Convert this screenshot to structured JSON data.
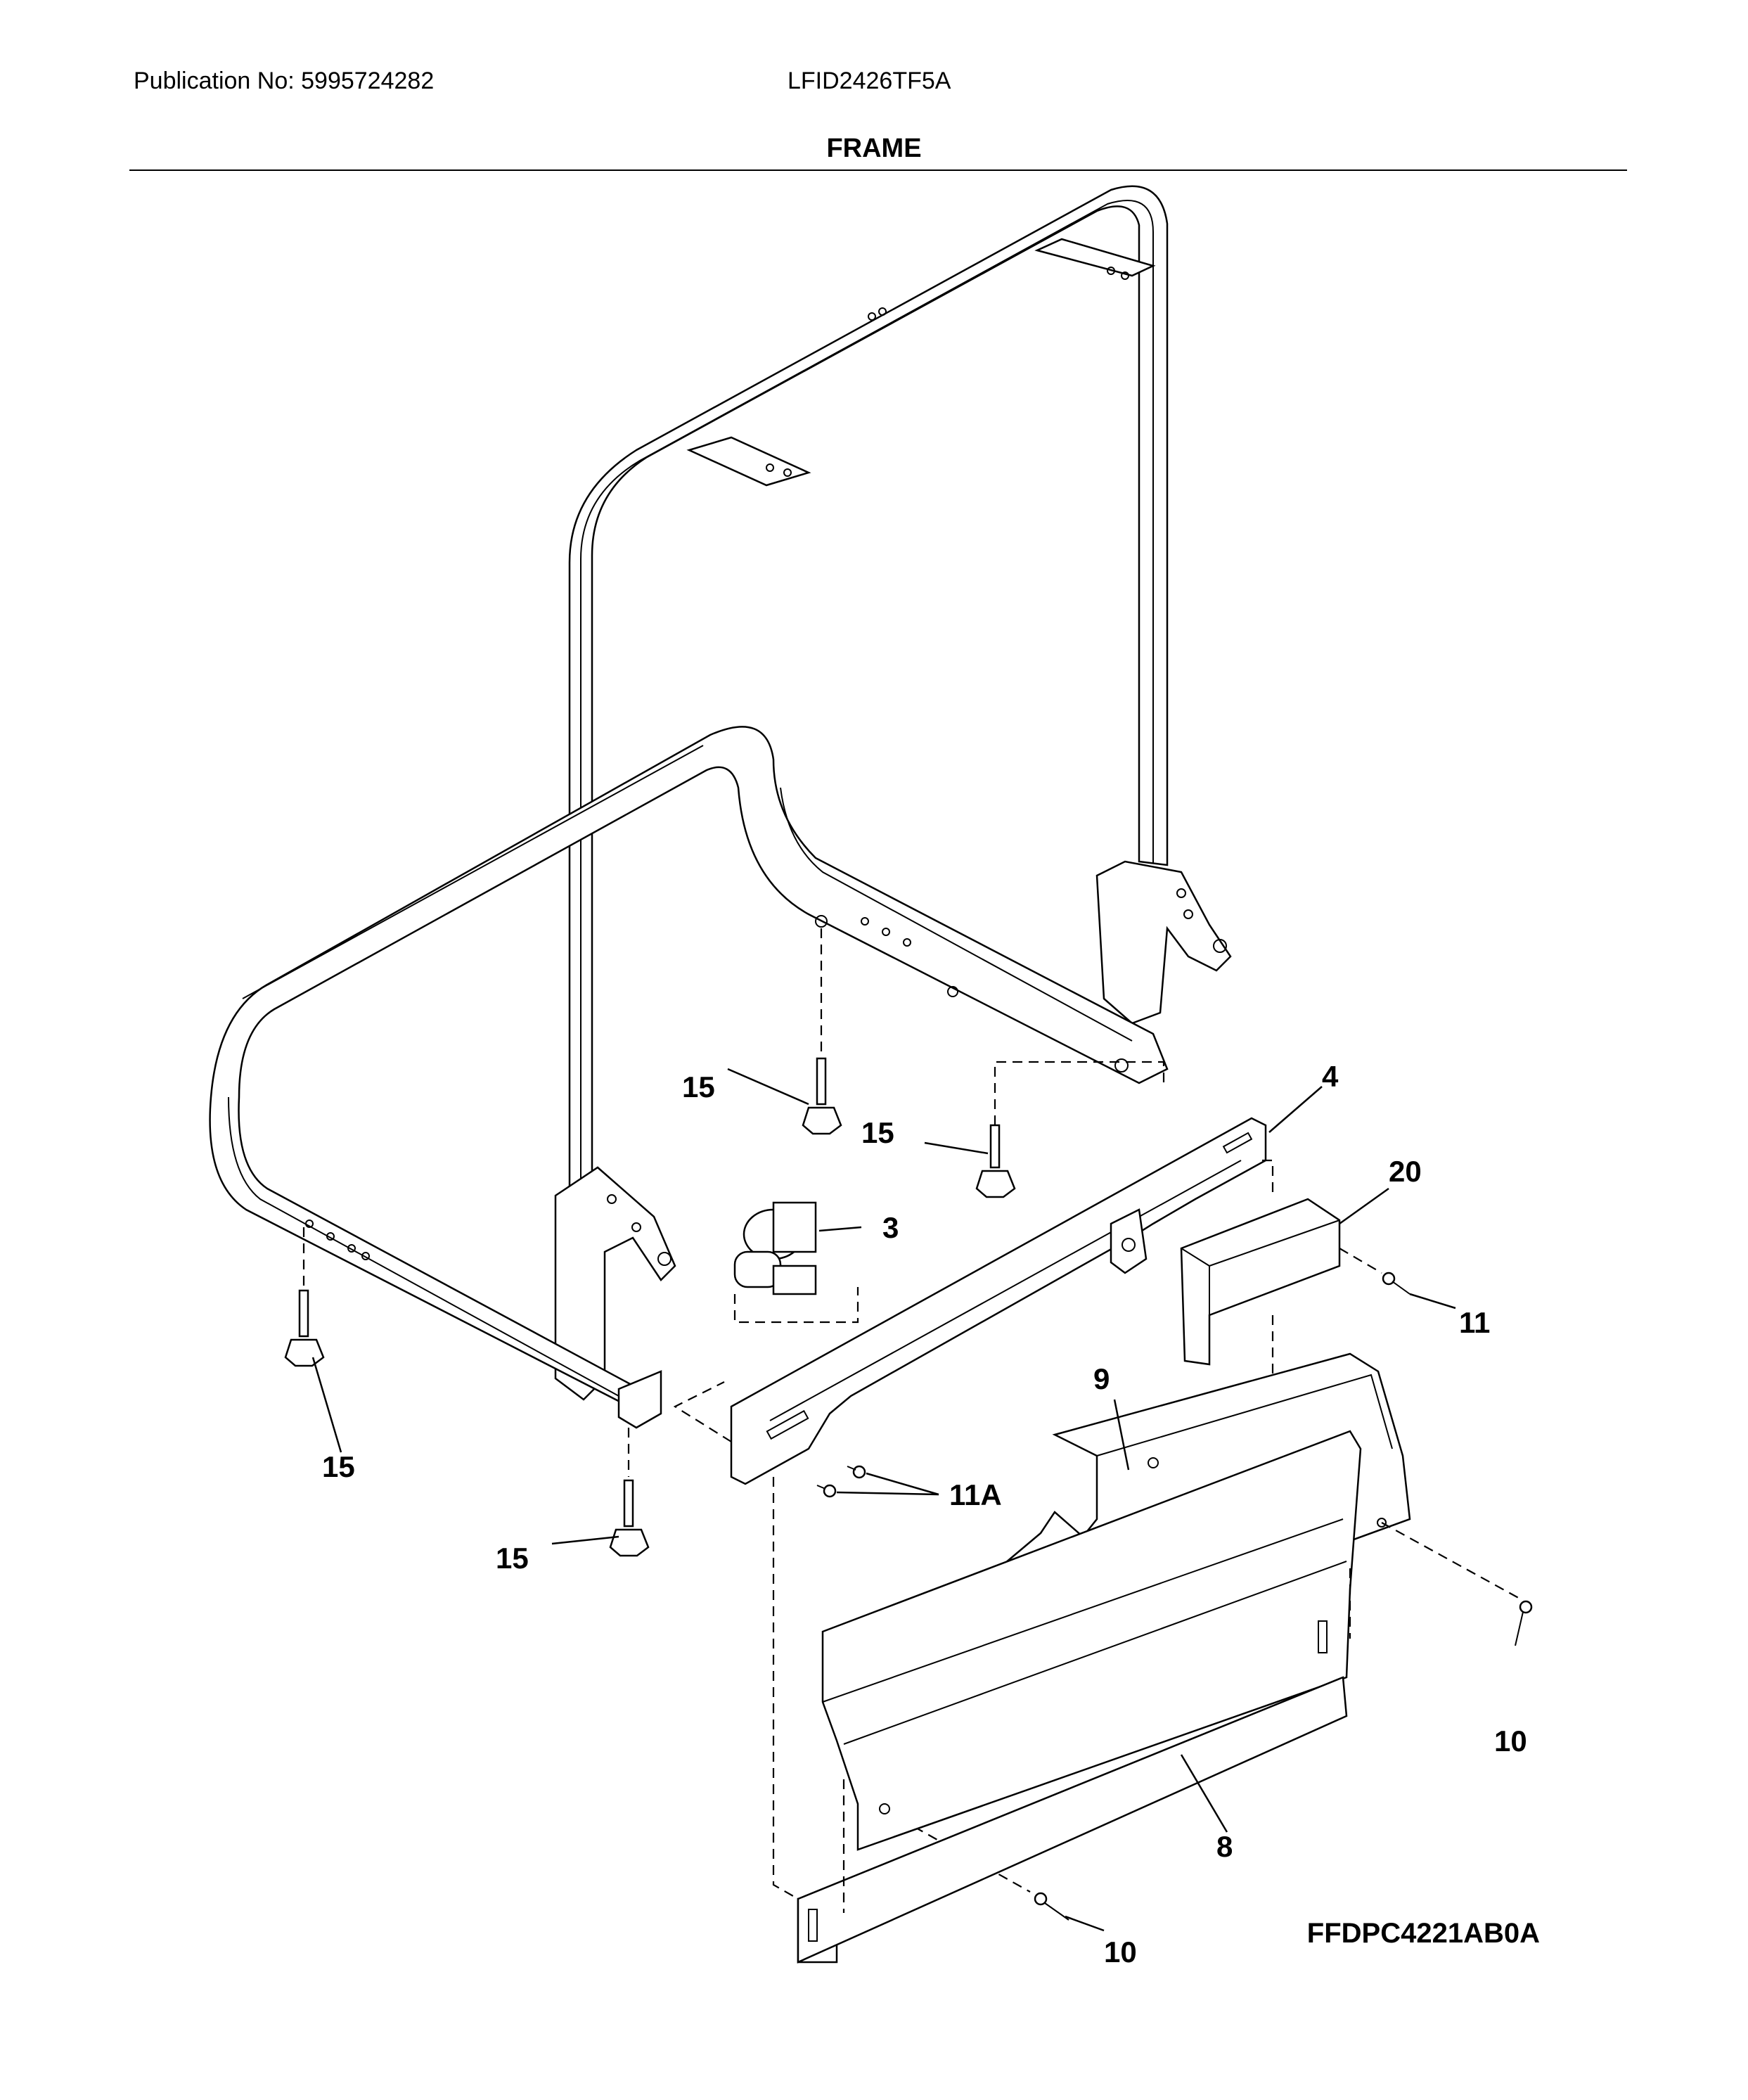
{
  "header": {
    "publication": "Publication No: 5995724282",
    "model": "LFID2426TF5A",
    "section_title": "FRAME"
  },
  "footer": {
    "diagram_code": "FFDPC4221AB0A"
  },
  "callouts": {
    "c4": "4",
    "c20": "20",
    "c3": "3",
    "c11": "11",
    "c9": "9",
    "c11a": "11A",
    "c15a": "15",
    "c15b": "15",
    "c15c": "15",
    "c15d": "15",
    "c10a": "10",
    "c10b": "10",
    "c8": "8"
  }
}
